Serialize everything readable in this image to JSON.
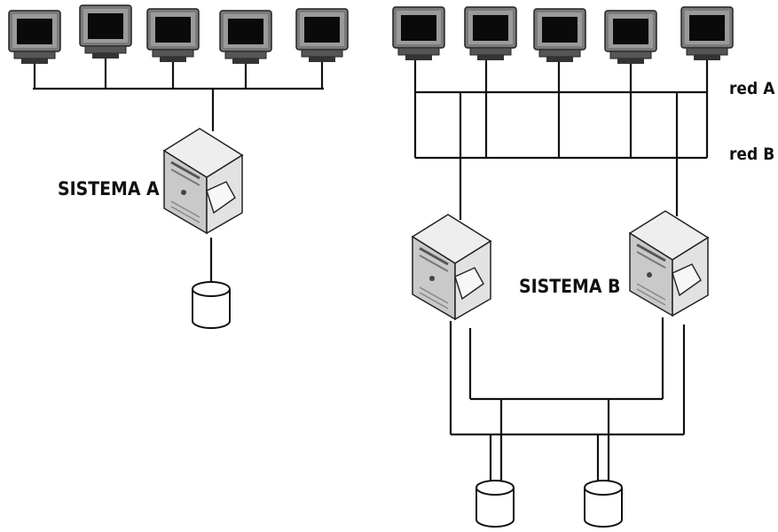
{
  "labels": {
    "system_a": "SISTEMA A",
    "system_b": "SISTEMA B",
    "net_a": "red A",
    "net_b": "red B"
  },
  "icons": {
    "terminal": "monitor-icon",
    "server": "server-tower-icon",
    "storage": "database-cylinder-icon"
  },
  "system_a": {
    "terminals": 5,
    "servers": 1,
    "disks": 1
  },
  "system_b": {
    "terminals": 5,
    "servers": 2,
    "disks": 2,
    "networks": 2
  },
  "colors": {
    "line": "#111111",
    "screen": "#0a0a0a",
    "bezel": "#6f6f6f",
    "server_body": "#d8d8d8"
  }
}
